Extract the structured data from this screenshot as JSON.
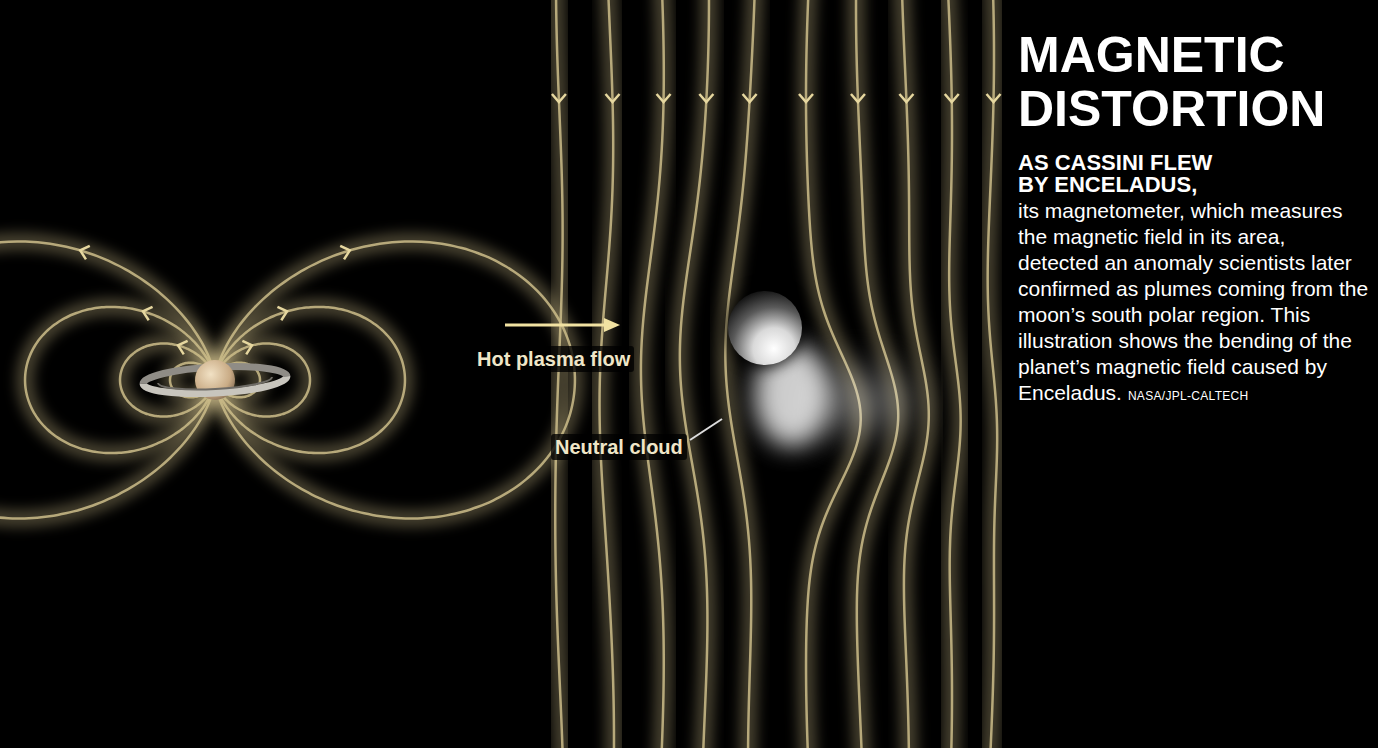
{
  "diagram": {
    "title": "MAGNETIC DISTORTION",
    "caption": "its magnetometer, which measures the magnetic field in its area, detected an anomaly scientists later confirmed as plumes coming from the moon’s south polar region. This illustration shows the bending of the planet’s magnetic field caused by Enceladus.",
    "labels": [
      "AS CASSINI FLEW BY ENCELADUS,",
      "NASA/JPL-CALTECH",
      "Hot plasma flow",
      "Neutral cloud"
    ]
  }
}
